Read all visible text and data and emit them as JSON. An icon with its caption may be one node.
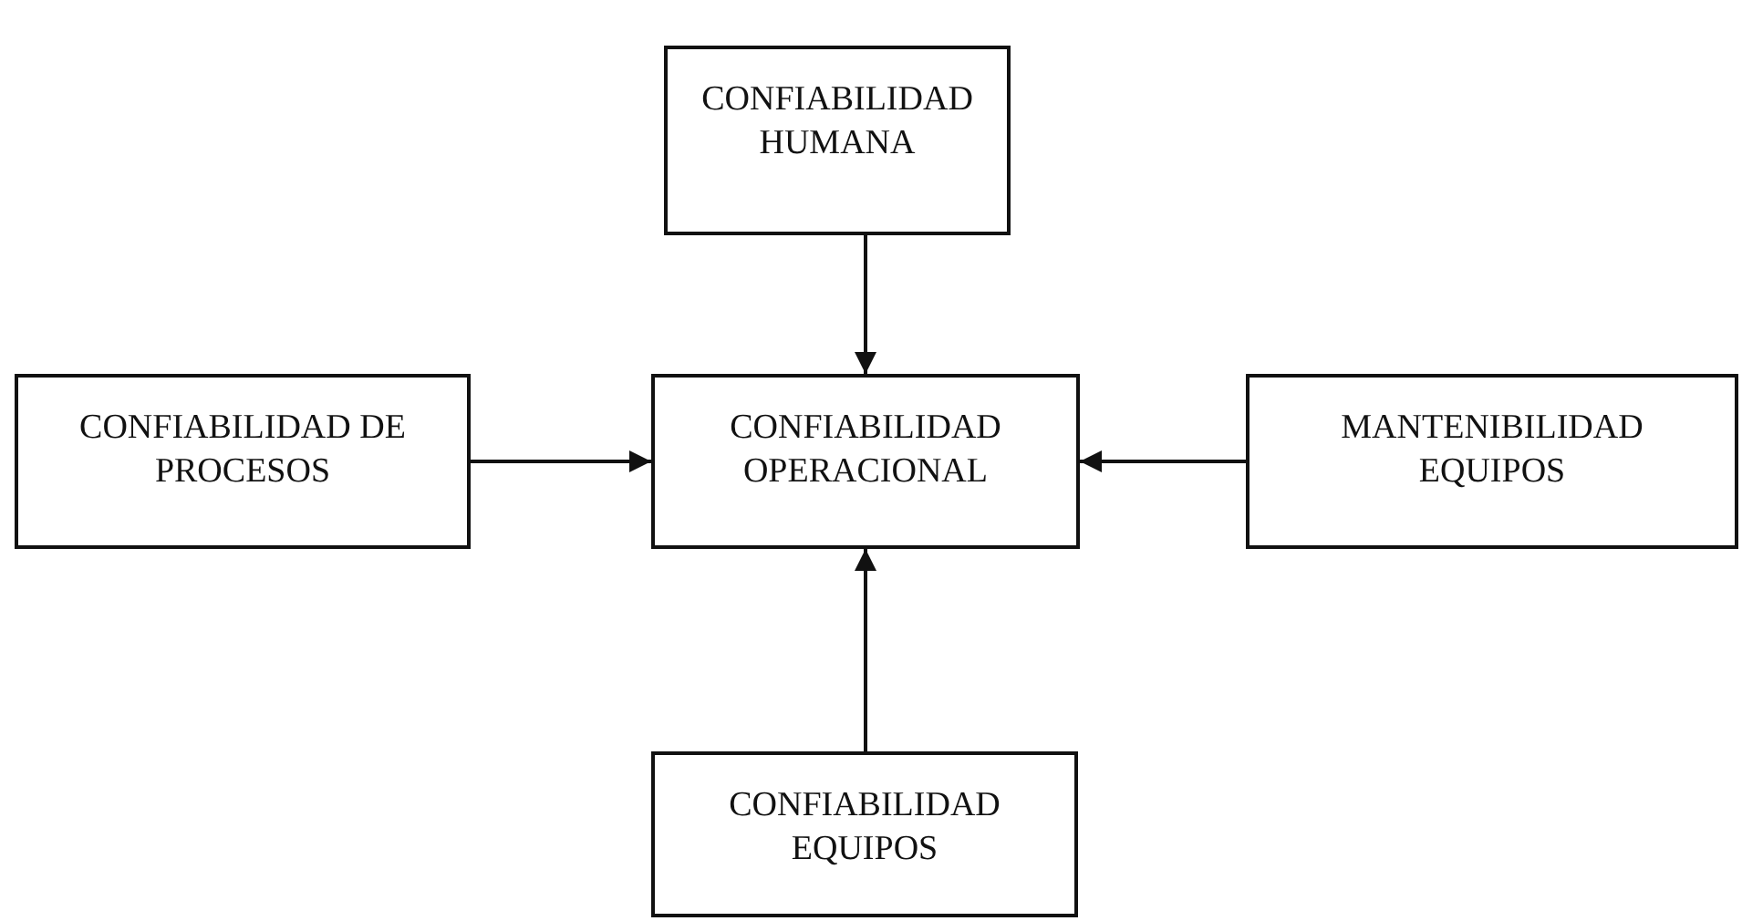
{
  "diagram": {
    "nodes": [
      {
        "text": [
          "CONFIABILIDAD HUMANA"
        ]
      },
      {
        "text": [
          "CONFIABILIDAD DE PROCESOS"
        ]
      },
      {
        "text": [
          "CONFIABILIDAD OPERACIONAL"
        ]
      },
      {
        "text": [
          "MANTENIBILIDAD EQUIPOS"
        ]
      },
      {
        "text": [
          "CONFIABILIDAD EQUIPOS"
        ]
      }
    ],
    "edges": [
      {
        "from": 0,
        "to": 2,
        "arrow": "to"
      },
      {
        "from": 1,
        "to": 2,
        "arrow": "to"
      },
      {
        "from": 3,
        "to": 2,
        "arrow": "to"
      },
      {
        "from": 4,
        "to": 2,
        "arrow": "to"
      }
    ]
  }
}
